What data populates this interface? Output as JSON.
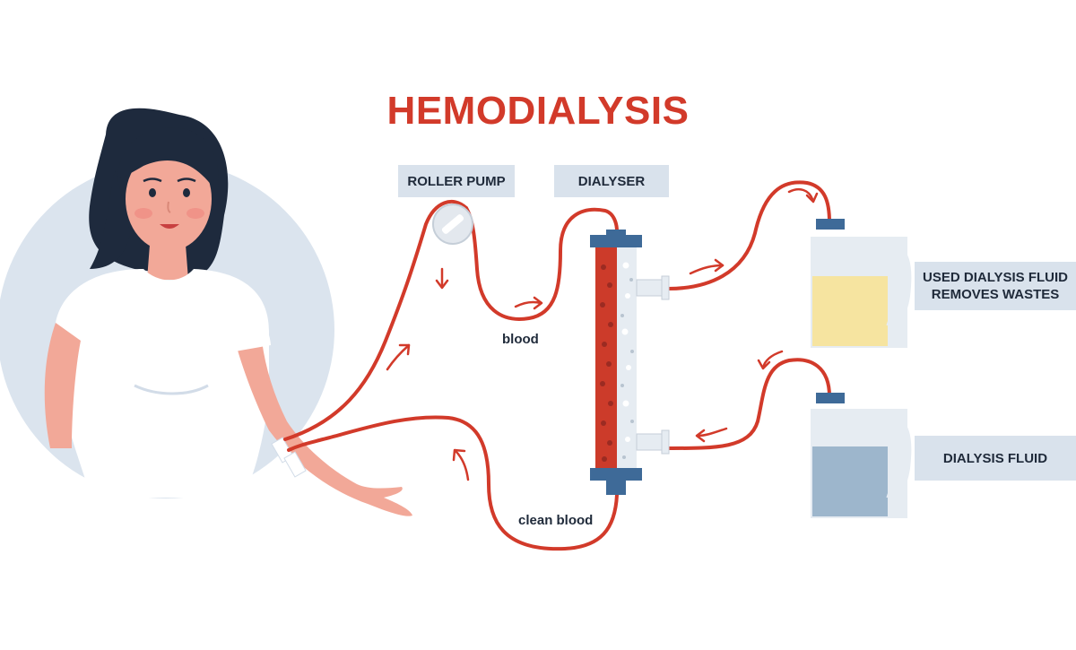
{
  "title": "HEMODIALYSIS",
  "labels": {
    "roller_pump": "ROLLER PUMP",
    "dialyser": "DIALYSER",
    "used_fluid_line1": "USED DIALYSIS FLUID",
    "used_fluid_line2": "REMOVES WASTES",
    "dialysis_fluid": "DIALYSIS FLUID",
    "blood": "blood",
    "clean_blood": "clean blood"
  },
  "colors": {
    "title": "#d23a2a",
    "tube": "#d23a2a",
    "label_bg": "#d9e2ec",
    "label_text": "#1f2a3a",
    "circle_bg": "#dbe4ee",
    "used_fluid": "#f6e4a0",
    "fresh_fluid": "#9db6cc",
    "connector": "#3e6a98"
  }
}
